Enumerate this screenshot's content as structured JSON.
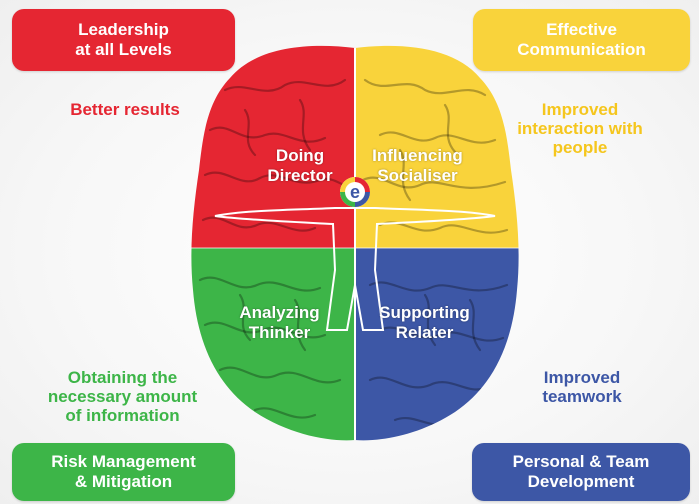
{
  "boxes": {
    "top_left": [
      "Leadership",
      "at all Levels"
    ],
    "top_right": [
      "Effective",
      "Communication"
    ],
    "bottom_left": [
      "Risk Management",
      "& Mitigation"
    ],
    "bottom_right": [
      "Personal & Team",
      "Development"
    ]
  },
  "notes": {
    "top_left": [
      "Better results"
    ],
    "top_right": [
      "Improved",
      "interaction with",
      "people"
    ],
    "bottom_left": [
      "Obtaining the",
      "necessary amount",
      "of information"
    ],
    "bottom_right": [
      "Improved",
      "teamwork"
    ]
  },
  "quadrants": {
    "top_left": [
      "Doing",
      "Director"
    ],
    "top_right": [
      "Influencing",
      "Socialiser"
    ],
    "bottom_left": [
      "Analyzing",
      "Thinker"
    ],
    "bottom_right": [
      "Supporting",
      "Relater"
    ]
  },
  "logo_letter": "e",
  "colors": {
    "red": "#e52632",
    "yellow": "#f9d33b",
    "green": "#3db548",
    "blue": "#3d57a6"
  }
}
